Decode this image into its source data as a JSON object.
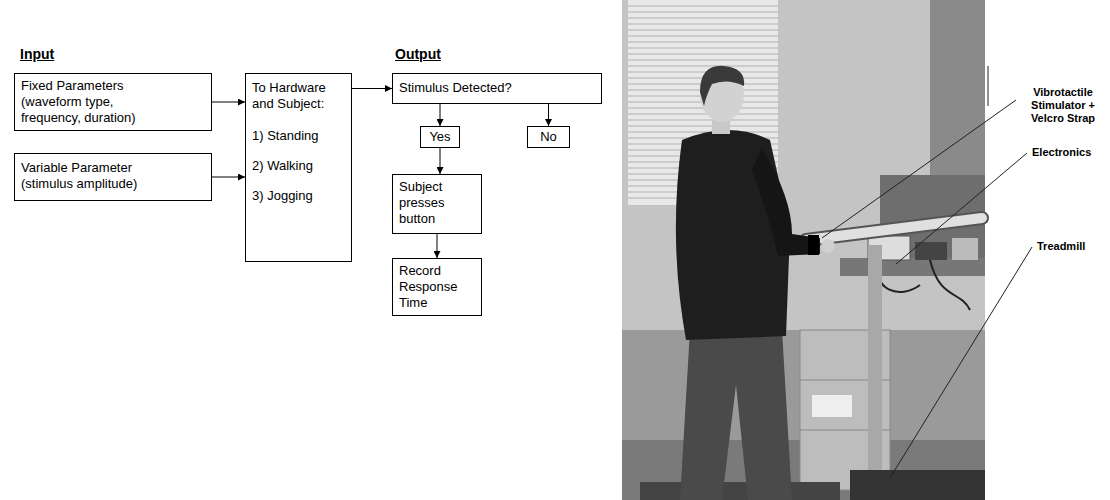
{
  "diagram": {
    "nodes": [
      {
        "text": [
          "Fixed Parameters (waveform type, frequency, duration)"
        ]
      },
      {
        "text": [
          "Variable Parameter (stimulus amplitude)"
        ]
      },
      {
        "text": [
          "To Hardware and Subject:",
          "1) Standing",
          "2) Walking",
          "3) Jogging"
        ]
      },
      {
        "text": [
          "Stimulus Detected?"
        ]
      },
      {
        "text": [
          "Yes"
        ]
      },
      {
        "text": [
          "No"
        ]
      },
      {
        "text": [
          "Subject presses button"
        ]
      },
      {
        "text": [
          "Record Response Time"
        ]
      }
    ],
    "edges": [
      {
        "from": 0,
        "to": 2,
        "arrow": "to"
      },
      {
        "from": 1,
        "to": 2,
        "arrow": "to"
      },
      {
        "from": 2,
        "to": 3,
        "arrow": "to"
      },
      {
        "from": 3,
        "to": 4,
        "arrow": "to"
      },
      {
        "from": 3,
        "to": 5,
        "arrow": "to"
      },
      {
        "from": 4,
        "to": 6,
        "arrow": "to"
      },
      {
        "from": 6,
        "to": 7,
        "arrow": "to"
      }
    ],
    "labels": [
      "Input",
      "Output",
      "Vibrotactile Stimulator + Velcro Strap",
      "Electronics",
      "Treadmill"
    ]
  }
}
